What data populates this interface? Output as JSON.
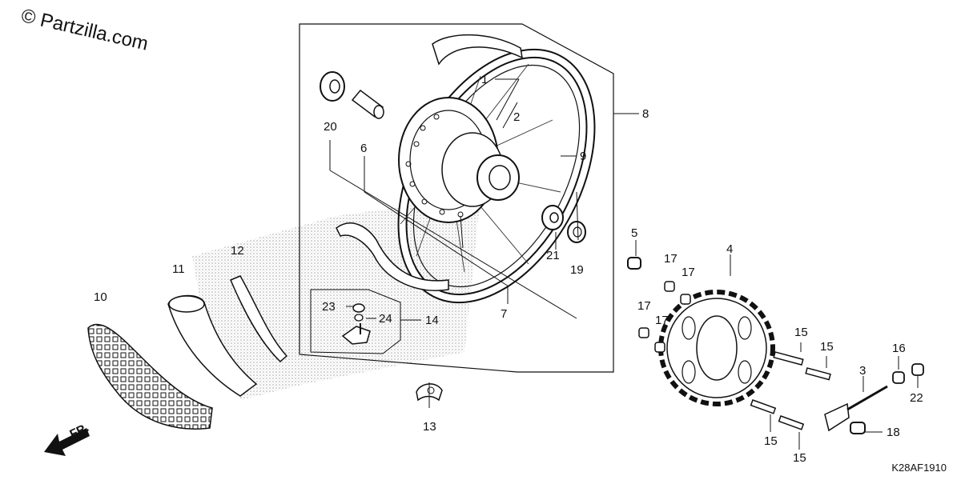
{
  "watermark": "© Partzilla.com",
  "diagram_code": "K28AF1910",
  "direction_label": "FR.",
  "callouts": {
    "c1": "1",
    "c2": "2",
    "c3": "3",
    "c4": "4",
    "c5": "5",
    "c6": "6",
    "c7": "7",
    "c8": "8",
    "c9": "9",
    "c10": "10",
    "c11": "11",
    "c12": "12",
    "c13": "13",
    "c14": "14",
    "c15a": "15",
    "c15b": "15",
    "c15c": "15",
    "c15d": "15",
    "c16": "16",
    "c17a": "17",
    "c17b": "17",
    "c17c": "17",
    "c17d": "17",
    "c18": "18",
    "c19": "19",
    "c20": "20",
    "c21": "21",
    "c22": "22",
    "c23": "23",
    "c24": "24"
  }
}
